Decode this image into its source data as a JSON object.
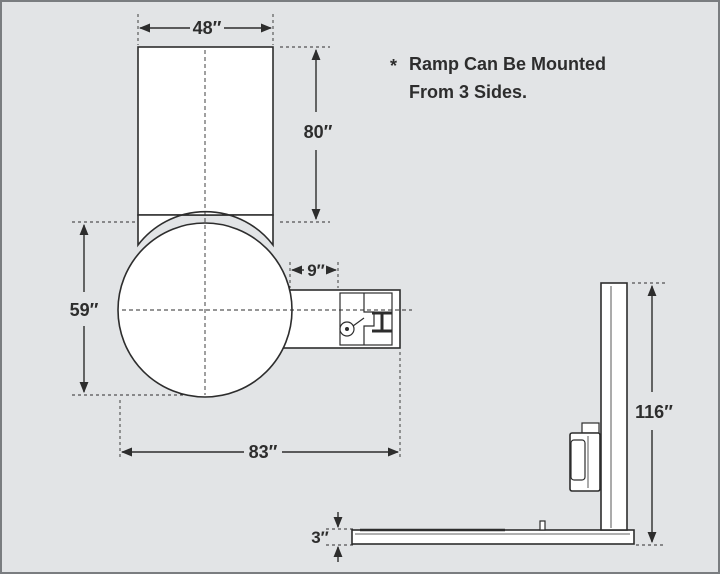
{
  "note": {
    "asterisk": "*",
    "line1": "Ramp Can Be Mounted",
    "line2": "From 3 Sides."
  },
  "dimensions": {
    "top_width": "48″",
    "top_length": "80″",
    "turntable_diameter": "59″",
    "arm_offset": "9″",
    "overall_width": "83″",
    "mast_height": "116″",
    "base_height": "3″"
  },
  "colors": {
    "background": "#e2e4e6",
    "border": "#7a7d80",
    "line": "#2d2d2d",
    "fill": "#ffffff"
  }
}
